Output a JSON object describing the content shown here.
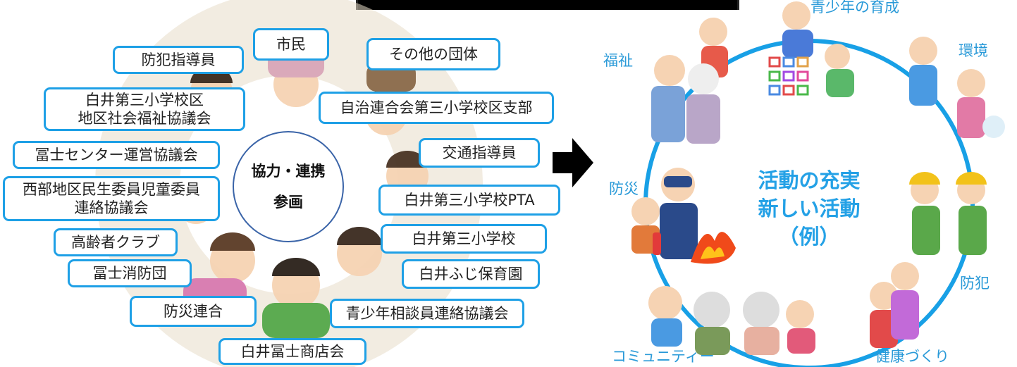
{
  "left_diagram": {
    "center": {
      "line1": "協力・連携",
      "line2": "参画"
    },
    "boxes": {
      "shimin": "市民",
      "bouhan_shidouin": "防犯指導員",
      "sonota_dantai": "その他の団体",
      "shakai_fukushi": "白井第三小学校区\n地区社会福祉協議会",
      "jichi_rengokai": "自治連合会第三小学校区支部",
      "fuji_center": "冨士センター運営協議会",
      "koutsu_shidouin": "交通指導員",
      "minsei_iin": "西部地区民生委員児童委員\n連絡協議会",
      "pta": "白井第三小学校PTA",
      "shougakkou": "白井第三小学校",
      "koureisha_club": "高齢者クラブ",
      "hoikuen": "白井ふじ保育園",
      "shouboudan": "冨士消防団",
      "bousai_rengo": "防災連合",
      "seishounen_soudanin": "青少年相談員連絡協議会",
      "shoutenkai": "白井冨士商店会"
    }
  },
  "right_diagram": {
    "center": {
      "line1": "活動の充実",
      "line2": "新しい活動",
      "line3": "（例）"
    },
    "categories": {
      "seishounen": "青少年の育成",
      "kankyo": "環境",
      "fukushi": "福祉",
      "bousai": "防災",
      "bouhan": "防犯",
      "community": "コミュニティー",
      "kenkou": "健康づくり"
    }
  },
  "colors": {
    "box_border": "#1ea0e6",
    "category_text": "#2a9ad8",
    "center_text": "#24a1e6",
    "ring": "#18a0e6"
  }
}
